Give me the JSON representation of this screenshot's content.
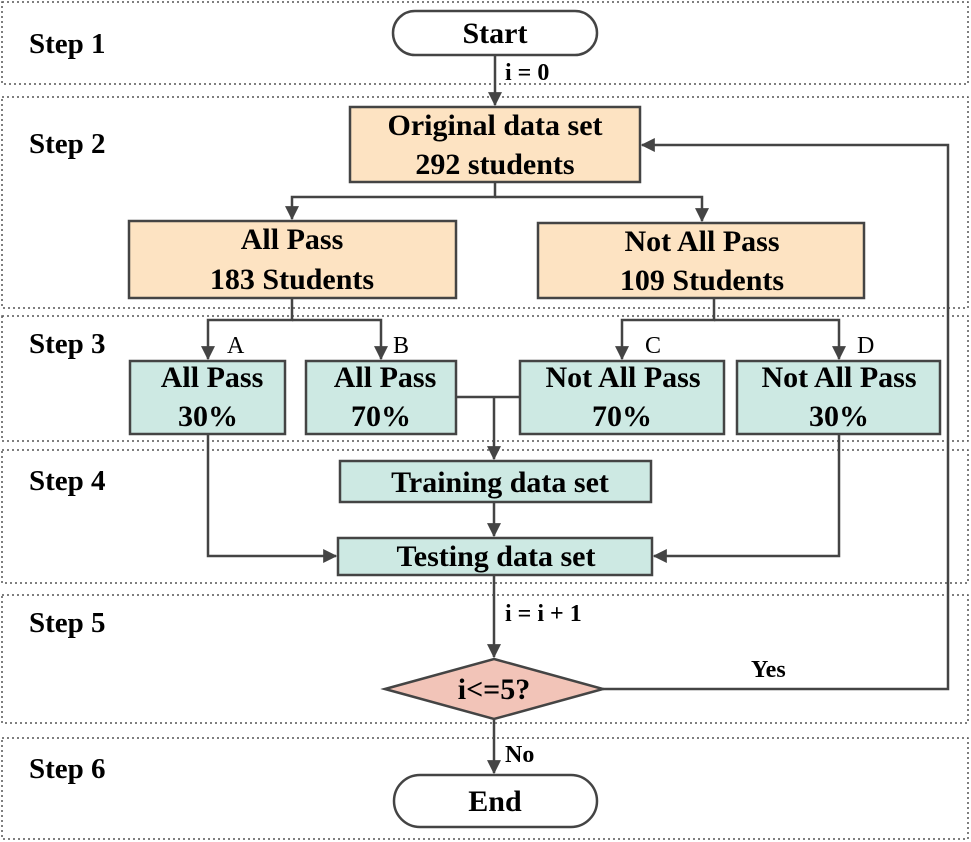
{
  "colors": {
    "peach": "#fde3c2",
    "teal": "#cde9e3",
    "pink": "#f2c4b8",
    "stroke": "#444444"
  },
  "steps": [
    "Step 1",
    "Step 2",
    "Step 3",
    "Step 4",
    "Step 5",
    "Step 6"
  ],
  "nodes": {
    "start": "Start",
    "original": [
      "Original data set",
      "292 students"
    ],
    "all_pass": [
      "All Pass",
      "183 Students"
    ],
    "not_all_pass": [
      "Not All Pass",
      "109 Students"
    ],
    "split_a": [
      "All Pass",
      "30%"
    ],
    "split_b": [
      "All Pass",
      "70%"
    ],
    "split_c": [
      "Not All Pass",
      "70%"
    ],
    "split_d": [
      "Not All Pass",
      "30%"
    ],
    "training": "Training data set",
    "testing": "Testing data set",
    "decision": "i<=5?",
    "end": "End"
  },
  "edge_labels": {
    "init": "i = 0",
    "increment": "i = i + 1",
    "yes": "Yes",
    "no": "No",
    "a": "A",
    "b": "B",
    "c": "C",
    "d": "D"
  }
}
